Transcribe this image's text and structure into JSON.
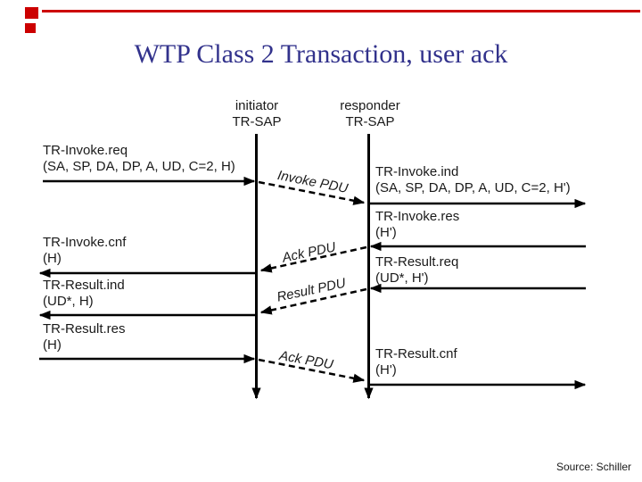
{
  "slide": {
    "title": "WTP Class 2 Transaction, user ack",
    "source": "Source: Schiller"
  },
  "colors": {
    "accent_red": "#cc0000",
    "title_blue": "#32328c",
    "diagram_black": "#000000"
  },
  "lifelines": [
    {
      "role": "initiator",
      "sap": "TR-SAP"
    },
    {
      "role": "responder",
      "sap": "TR-SAP"
    }
  ],
  "left_messages": [
    {
      "primitive": "TR-Invoke.req",
      "params": "(SA, SP, DA, DP, A, UD, C=2, H)",
      "direction": "into-initiator"
    },
    {
      "primitive": "TR-Invoke.cnf",
      "params": "(H)",
      "direction": "out-of-initiator"
    },
    {
      "primitive": "TR-Result.ind",
      "params": "(UD*, H)",
      "direction": "out-of-initiator"
    },
    {
      "primitive": "TR-Result.res",
      "params": "(H)",
      "direction": "into-initiator"
    }
  ],
  "right_messages": [
    {
      "primitive": "TR-Invoke.ind",
      "params": "(SA, SP, DA, DP, A, UD, C=2, H')",
      "direction": "out-of-responder"
    },
    {
      "primitive": "TR-Invoke.res",
      "params": "(H')",
      "direction": "into-responder"
    },
    {
      "primitive": "TR-Result.req",
      "params": "(UD*, H')",
      "direction": "into-responder"
    },
    {
      "primitive": "TR-Result.cnf",
      "params": "(H')",
      "direction": "out-of-responder"
    }
  ],
  "pdus": [
    {
      "label": "Invoke PDU",
      "from": "initiator",
      "to": "responder"
    },
    {
      "label": "Ack PDU",
      "from": "responder",
      "to": "initiator"
    },
    {
      "label": "Result PDU",
      "from": "responder",
      "to": "initiator"
    },
    {
      "label": "Ack PDU",
      "from": "initiator",
      "to": "responder"
    }
  ]
}
